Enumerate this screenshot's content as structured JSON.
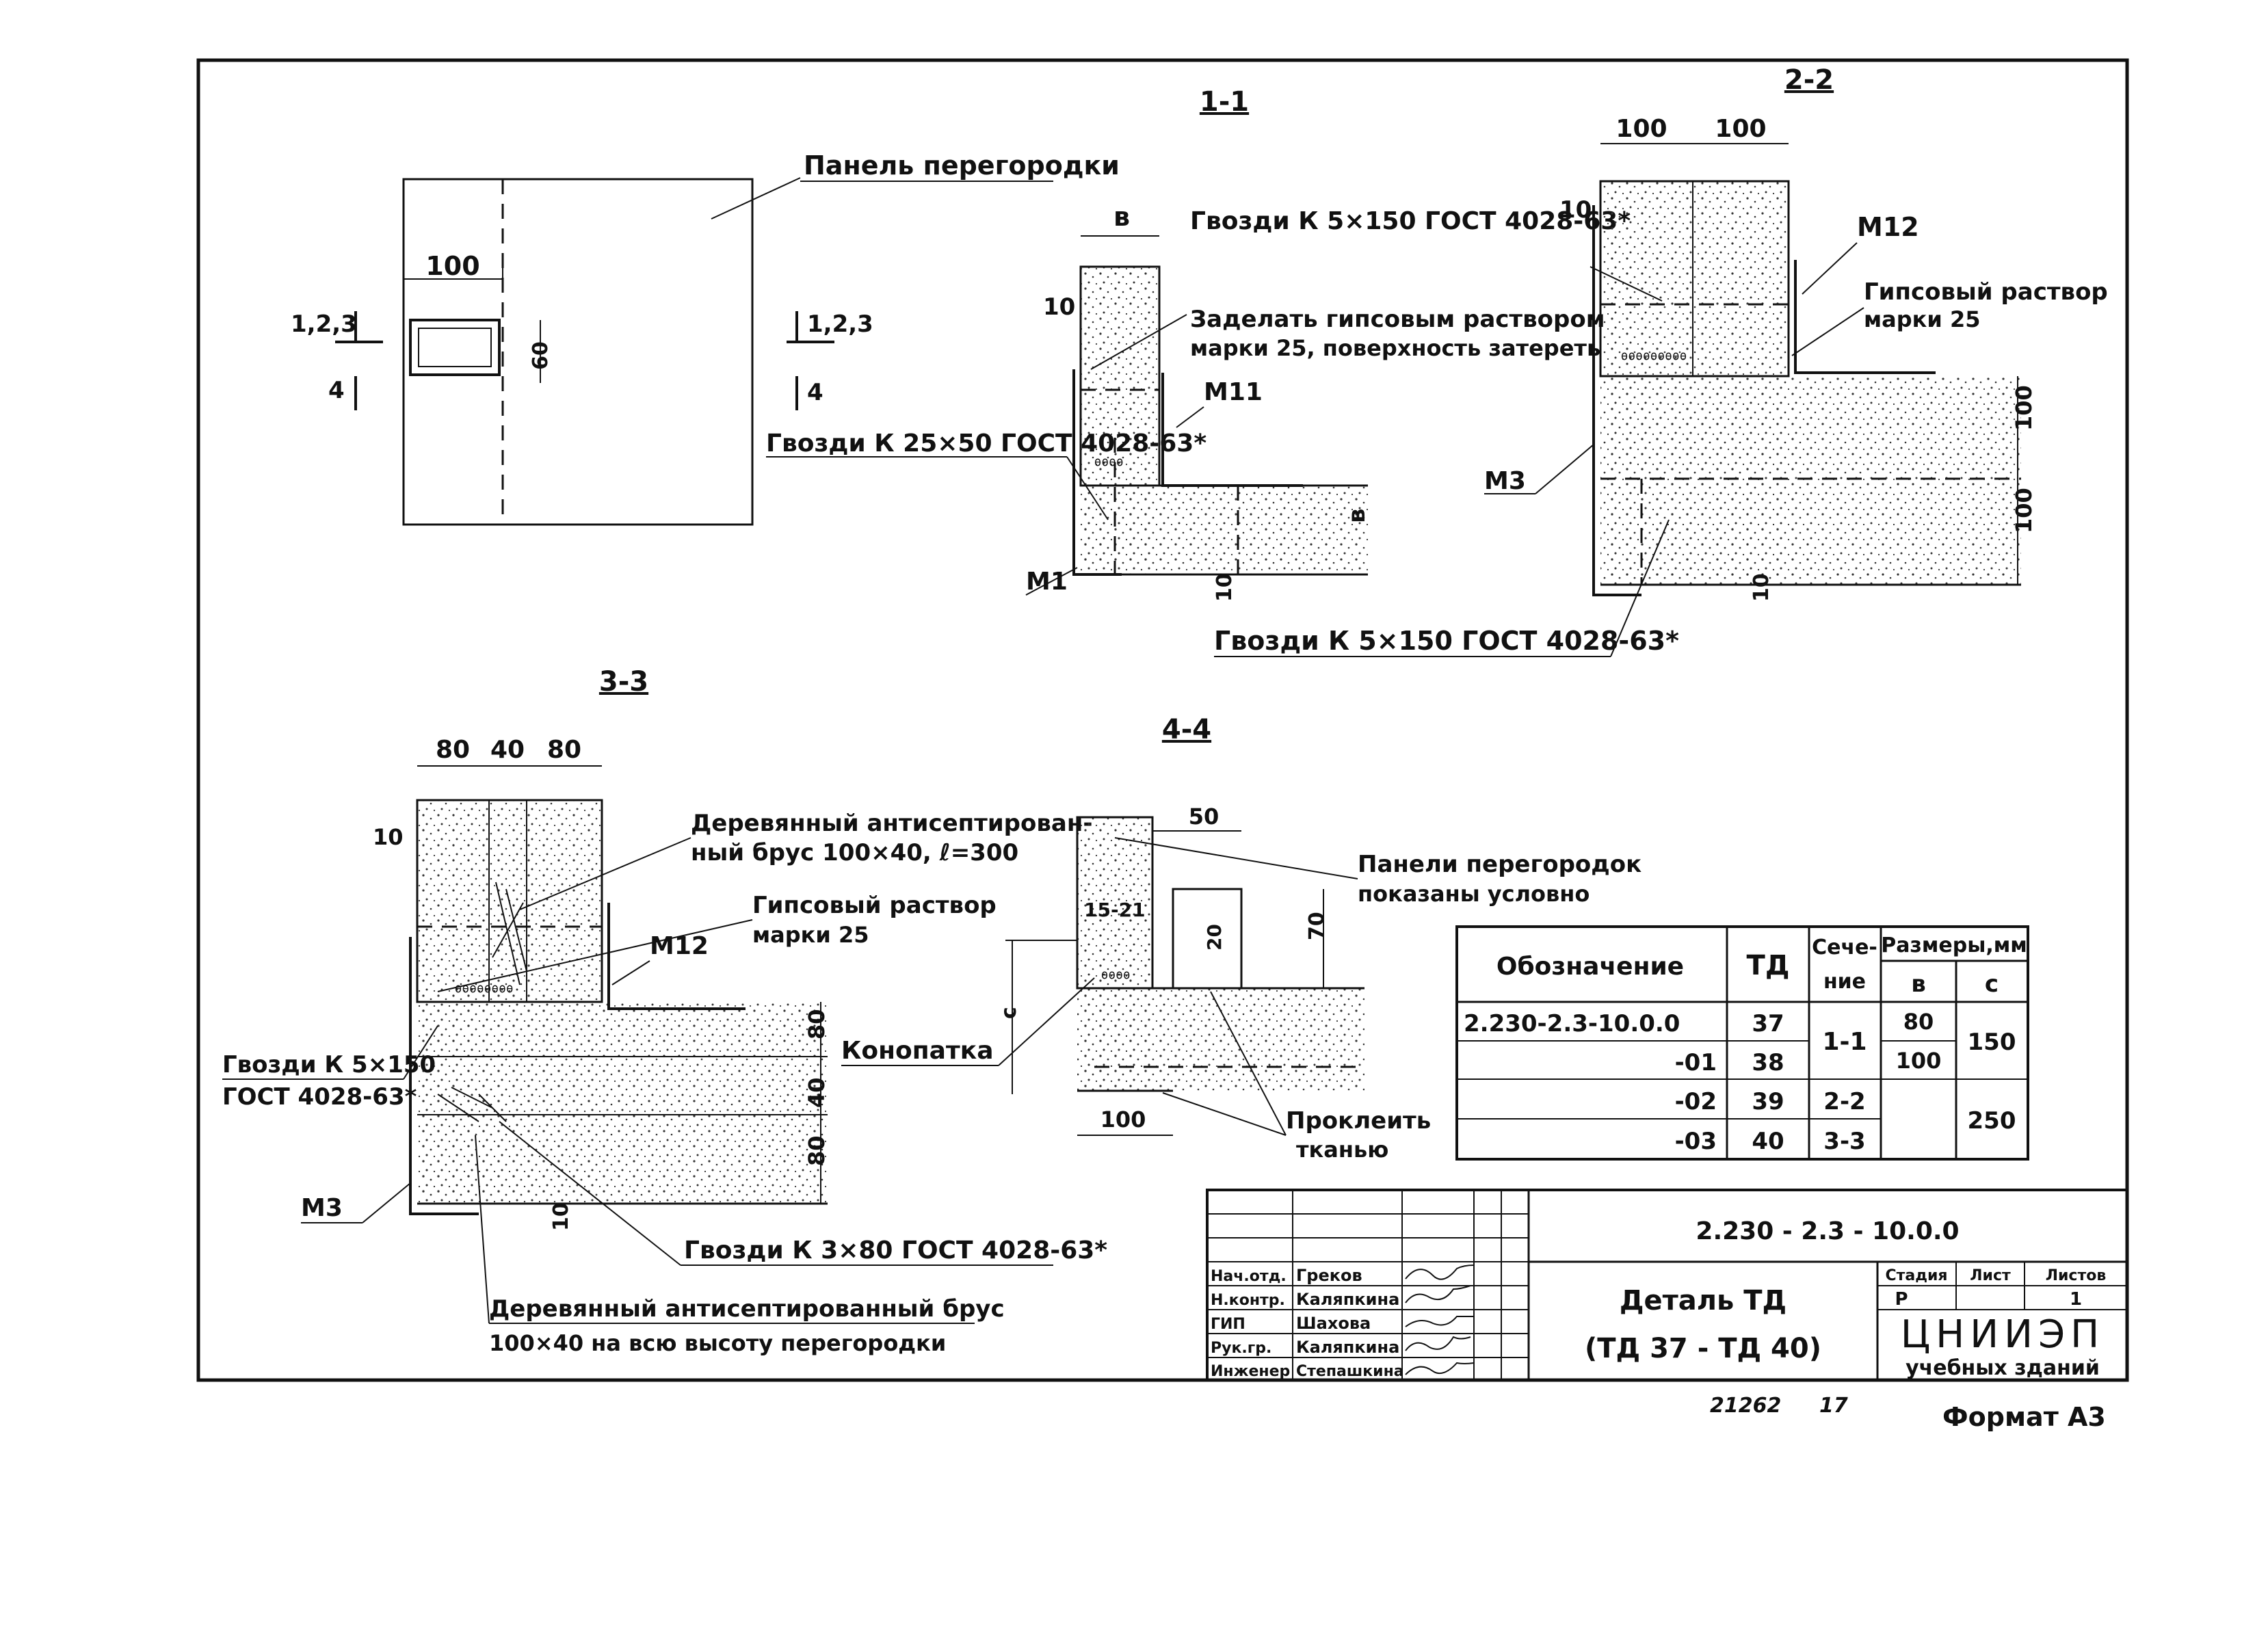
{
  "sections": {
    "s11": "1-1",
    "s22": "2-2",
    "s33": "3-3",
    "s44": "4-4"
  },
  "plan": {
    "panel_label": "Панель перегородки",
    "dim_100": "100",
    "dim_60": "60",
    "cut_123_left": "1,2,3",
    "cut_4_left": "4",
    "cut_123_right": "1,2,3",
    "cut_4_right": "4"
  },
  "sec11": {
    "nails_top": "Гвозди К 5×150 ГОСТ 4028-63*",
    "fill_note_1": "Заделать гипсовым раствором",
    "fill_note_2": "марки 25, поверхность затереть",
    "nails_side": "Гвозди К 25×50 ГОСТ 4028-63*",
    "dim_b": "в",
    "dim_10": "10",
    "dim_b_right": "в",
    "dim_10_bottom": "10",
    "m11": "М11",
    "m1": "М1"
  },
  "sec22": {
    "dim_100a": "100",
    "dim_100b": "100",
    "dim_10": "10",
    "m12": "М12",
    "gypsum_1": "Гипсовый раствор",
    "gypsum_2": "марки 25",
    "dim_100c": "100",
    "dim_100d": "100",
    "m3": "М3",
    "dim_10_bottom": "10",
    "nails_bottom": "Гвозди К 5×150 ГОСТ 4028-63*"
  },
  "sec33": {
    "dim_80a": "80",
    "dim_40": "40",
    "dim_80b": "80",
    "dim_10": "10",
    "timber_1": "Деревянный антисептирован-",
    "timber_2": "ный брус 100×40, ℓ=300",
    "gypsum_1": "Гипсовый раствор",
    "gypsum_2": "марки 25",
    "m12": "М12",
    "nails_left_1": "Гвозди К 5×150",
    "nails_left_2": "ГОСТ 4028-63*",
    "dim_80c": "80",
    "dim_40b": "40",
    "dim_80d": "80",
    "m3": "М3",
    "dim_10_bottom": "10",
    "nails_bottom": "Гвозди К 3×80 ГОСТ 4028-63*",
    "timber_full_1": "Деревянный антисептированный брус",
    "timber_full_2": "100×40  на всю высоту перегородки"
  },
  "sec44": {
    "dim_50": "50",
    "dim_15_21": "15-21",
    "dim_20": "20",
    "dim_70": "70",
    "dim_c": "с",
    "caulk": "Конопатка",
    "dim_100": "100",
    "panels_1": "Панели перегородок",
    "panels_2": "показаны условно",
    "glue_1": "Проклеить",
    "glue_2": "тканью"
  },
  "table": {
    "h_designation": "Обозначение",
    "h_td": "ТД",
    "h_section_1": "Сече-",
    "h_section_2": "ние",
    "h_sizes": "Размеры,мм",
    "h_b": "в",
    "h_c": "с",
    "rows": [
      {
        "designation": "2.230-2.3-10.0.0",
        "td": "37",
        "b": "80"
      },
      {
        "designation": "-01",
        "td": "38",
        "b": "100"
      },
      {
        "designation": "-02",
        "td": "39"
      },
      {
        "designation": "-03",
        "td": "40"
      }
    ],
    "sec_11": "1-1",
    "sec_22": "2-2",
    "sec_33": "3-3",
    "c_150": "150",
    "c_250": "250"
  },
  "titleblock": {
    "code": "2.230 - 2.3 - 10.0.0",
    "title_1": "Деталь ТД",
    "title_2": "(ТД 37 - ТД 40)",
    "stage_h": "Стадия",
    "sheet_h": "Лист",
    "sheets_h": "Листов",
    "stage": "Р",
    "sheets": "1",
    "org": "ЦНИИЭП",
    "org_sub": "учебных зданий",
    "roles": [
      {
        "role": "Нач.отд.",
        "name": "Греков"
      },
      {
        "role": "Н.контр.",
        "name": "Каляпкина"
      },
      {
        "role": "ГИП",
        "name": "Шахова"
      },
      {
        "role": "Рук.гр.",
        "name": "Каляпкина"
      },
      {
        "role": "Инженер",
        "name": "Степашкина"
      }
    ],
    "footer_num": "21262",
    "footer_page": "17",
    "format": "Формат А3"
  }
}
